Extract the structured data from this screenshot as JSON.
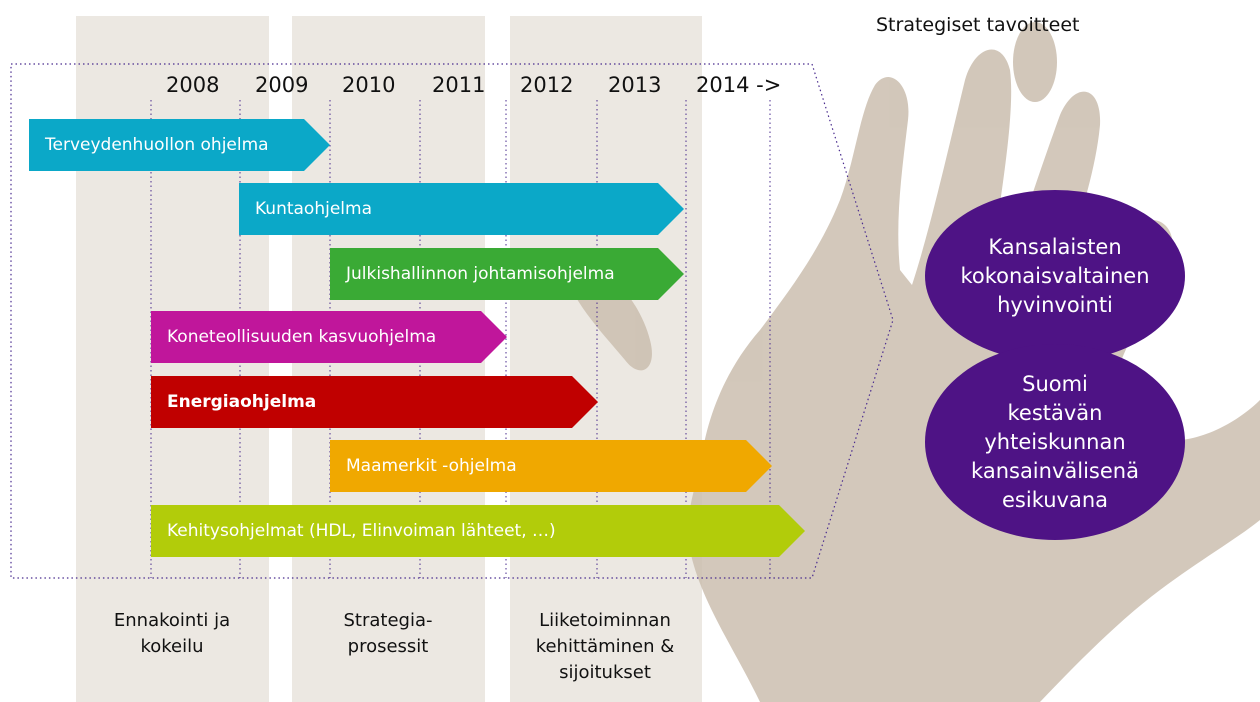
{
  "heading": "Strategiset tavoitteet",
  "years": [
    "2008",
    "2009",
    "2010",
    "2011",
    "2012",
    "2013",
    "2014 ->"
  ],
  "programs": [
    {
      "label": "Terveydenhuollon ohjelma",
      "color": "#0ba8c8",
      "bold": false
    },
    {
      "label": "Kuntaohjelma",
      "color": "#0ba8c8",
      "bold": false
    },
    {
      "label": "Julkishallinnon johtamisohjelma",
      "color": "#3aaa35",
      "bold": false
    },
    {
      "label": "Koneteollisuuden kasvuohjelma",
      "color": "#c0169b",
      "bold": false
    },
    {
      "label": "Energiaohjelma",
      "color": "#c00000",
      "bold": true
    },
    {
      "label": "Maamerkit -ohjelma",
      "color": "#f0a800",
      "bold": false
    },
    {
      "label": "Kehitysohjelmat (HDL, Elinvoiman lähteet, …)",
      "color": "#b2cc0a",
      "bold": false
    }
  ],
  "phases": [
    "Ennakointi ja\nkokeilu",
    "Strategia-\nprosessit",
    "Liiketoiminnan\nkehittäminen &\nsijoitukset"
  ],
  "goals": [
    "Kansalaisten\nkokonaisvaltainen\nhyvinvointi",
    "Suomi\nkestävän\nyhteiskunnan\nkansainvälisenä\nesikuvana"
  ],
  "colors": {
    "band": "#ece8e2",
    "goal": "#4e1385",
    "dotted": "#4a2c8f",
    "hand": "#c9bcad"
  }
}
